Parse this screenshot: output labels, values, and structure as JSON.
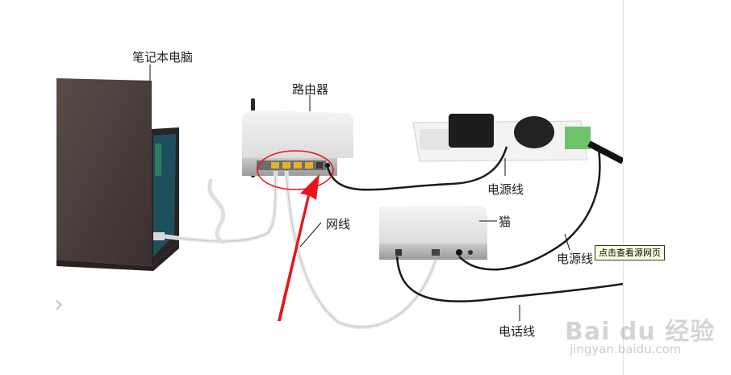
{
  "labels": {
    "laptop": "笔记本电脑",
    "router": "路由器",
    "power_strip_cable": "电源线",
    "modem": "猫",
    "network_cable": "网线",
    "modem_power_cable": "电源线",
    "phone_line": "电话线"
  },
  "tooltip": "点击查看源网页",
  "watermark": {
    "logo": "Bai du 经验",
    "url": "jingyan.baidu.com"
  },
  "nav": {
    "next_symbol": "›"
  },
  "colors": {
    "highlight_red": "#e8141a",
    "cable_white": "#e9e9e9",
    "cable_black": "#1a1a1a",
    "port_yellow": "#e6b02e"
  }
}
